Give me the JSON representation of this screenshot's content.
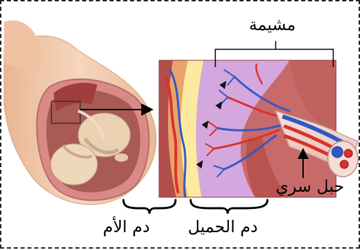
{
  "labels": {
    "placenta": "مشيمة",
    "umbilical_cord": "حبل سري",
    "fetal_blood": "دم الحميل",
    "maternal_blood": "دم الأم"
  },
  "colors": {
    "skin": "#f1c8a8",
    "uterus_wall": "#d98a86",
    "fetus": "#ead1b2",
    "maternal_layer": "#fbeaa0",
    "fetal_pool": "#d4a7df",
    "tissue": "#c86a6a",
    "artery": "#d8322a",
    "vein": "#2f59c4",
    "cord_sheath": "#f3d5cf"
  }
}
